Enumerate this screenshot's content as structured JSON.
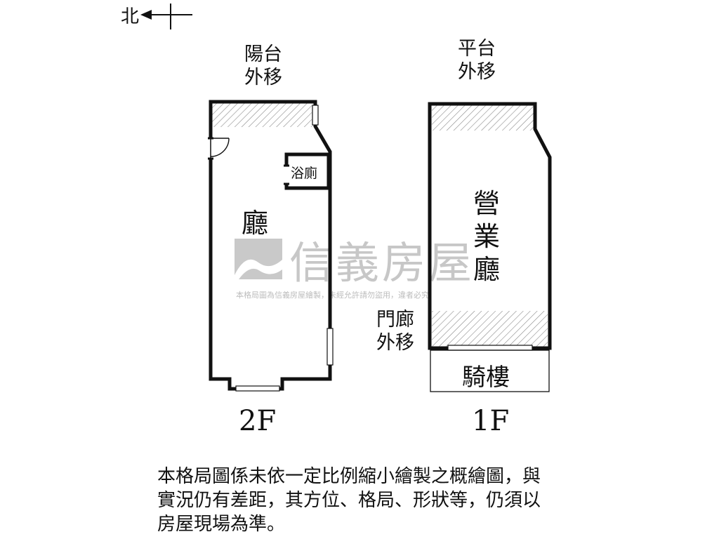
{
  "compass": {
    "north_label": "北"
  },
  "plan_2f": {
    "floor_label": "2F",
    "balcony_note": [
      "陽台",
      "外移"
    ],
    "bathroom_label": "浴廁",
    "living_label": "廳"
  },
  "plan_1f": {
    "floor_label": "1F",
    "platform_note": [
      "平台",
      "外移"
    ],
    "hall_label": [
      "營",
      "業",
      "廳"
    ],
    "porch_note": [
      "門廊",
      "外移"
    ],
    "arcade_label": "騎樓"
  },
  "watermark": {
    "brand": "信義房屋",
    "notice": "本格局圖為信義房屋繪製，未經允許請勿盜用，違者必究"
  },
  "disclaimer": {
    "lines": [
      "本格局圖係未依一定比例縮小繪製之概繪圖，與",
      "實況仍有差距，其方位、格局、形狀等，仍須以",
      "房屋現場為準。"
    ]
  },
  "colors": {
    "wall": "#111111",
    "hatch": "#8a8a8a",
    "watermark": "#c7c7c7",
    "background": "#ffffff"
  }
}
